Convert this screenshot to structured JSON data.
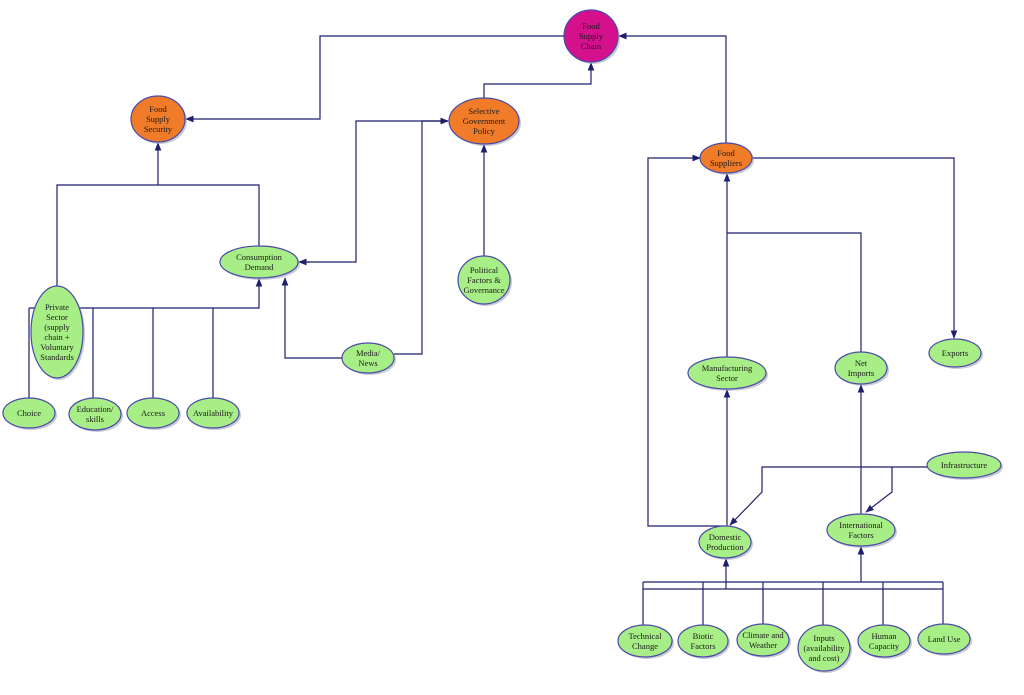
{
  "colors": {
    "root": "#d4108c",
    "hub": "#f07c2a",
    "leaf": "#a8ee86",
    "outline": "#4a4aa8",
    "edge": "#1f1f6e"
  },
  "nodes": [
    {
      "id": "food-supply-chain",
      "kind": "root",
      "lines": [
        "Food",
        "Supply",
        "Chain"
      ]
    },
    {
      "id": "food-supply-security",
      "kind": "hub",
      "lines": [
        "Food",
        "Supply",
        "Security"
      ]
    },
    {
      "id": "selective-government-policy",
      "kind": "hub",
      "lines": [
        "Selective",
        "Government",
        "Policy"
      ]
    },
    {
      "id": "food-suppliers",
      "kind": "hub",
      "lines": [
        "Food",
        "Suppliers"
      ]
    },
    {
      "id": "consumption-demand",
      "kind": "leaf",
      "lines": [
        "Consumption",
        "Demand"
      ]
    },
    {
      "id": "political-factors-governance",
      "kind": "leaf",
      "lines": [
        "Political",
        "Factors &",
        "Governance"
      ]
    },
    {
      "id": "private-sector",
      "kind": "leaf",
      "lines": [
        "Private",
        "Sector",
        "(supply",
        "chain +",
        "Voluntary",
        "Standards"
      ]
    },
    {
      "id": "media-news",
      "kind": "leaf",
      "lines": [
        "Media/",
        "News"
      ]
    },
    {
      "id": "choice",
      "kind": "leaf",
      "lines": [
        "Choice"
      ]
    },
    {
      "id": "education-skills",
      "kind": "leaf",
      "lines": [
        "Education/",
        "skills"
      ]
    },
    {
      "id": "access",
      "kind": "leaf",
      "lines": [
        "Access"
      ]
    },
    {
      "id": "availability",
      "kind": "leaf",
      "lines": [
        "Availability"
      ]
    },
    {
      "id": "manufacturing-sector",
      "kind": "leaf",
      "lines": [
        "Manufacturing",
        "Sector"
      ]
    },
    {
      "id": "net-imports",
      "kind": "leaf",
      "lines": [
        "Net",
        "Imports"
      ]
    },
    {
      "id": "exports",
      "kind": "leaf",
      "lines": [
        "Exports"
      ]
    },
    {
      "id": "infrastructure",
      "kind": "leaf",
      "lines": [
        "Infrastructure"
      ]
    },
    {
      "id": "domestic-production",
      "kind": "leaf",
      "lines": [
        "Domestic",
        "Production"
      ]
    },
    {
      "id": "international-factors",
      "kind": "leaf",
      "lines": [
        "International",
        "Factors"
      ]
    },
    {
      "id": "technical-change",
      "kind": "leaf",
      "lines": [
        "Technical",
        "Change"
      ]
    },
    {
      "id": "biotic-factors",
      "kind": "leaf",
      "lines": [
        "Biotic",
        "Factors"
      ]
    },
    {
      "id": "climate-and-weather",
      "kind": "leaf",
      "lines": [
        "Climate and",
        "Weather"
      ]
    },
    {
      "id": "inputs",
      "kind": "leaf",
      "lines": [
        "Inputs",
        "(availability",
        "and cost)"
      ]
    },
    {
      "id": "human-capacity",
      "kind": "leaf",
      "lines": [
        "Human",
        "Capacity"
      ]
    },
    {
      "id": "land-use",
      "kind": "leaf",
      "lines": [
        "Land Use"
      ]
    }
  ],
  "edges": [
    {
      "from": "food-supply-chain",
      "to": "food-supply-security"
    },
    {
      "from": "selective-government-policy",
      "to": "food-supply-chain"
    },
    {
      "from": "food-suppliers",
      "to": "food-supply-chain"
    },
    {
      "from": "private-sector",
      "to": "food-supply-security"
    },
    {
      "from": "consumption-demand",
      "to": "food-supply-security"
    },
    {
      "from": "selective-government-policy",
      "to": "consumption-demand"
    },
    {
      "from": "media-news",
      "to": "selective-government-policy"
    },
    {
      "from": "media-news",
      "to": "consumption-demand"
    },
    {
      "from": "political-factors-governance",
      "to": "selective-government-policy"
    },
    {
      "from": "choice",
      "to": "consumption-demand"
    },
    {
      "from": "education-skills",
      "to": "consumption-demand"
    },
    {
      "from": "access",
      "to": "consumption-demand"
    },
    {
      "from": "availability",
      "to": "consumption-demand"
    },
    {
      "from": "food-suppliers",
      "to": "exports"
    },
    {
      "from": "manufacturing-sector",
      "to": "food-suppliers"
    },
    {
      "from": "net-imports",
      "to": "food-suppliers"
    },
    {
      "from": "domestic-production",
      "to": "food-suppliers"
    },
    {
      "from": "domestic-production",
      "to": "manufacturing-sector"
    },
    {
      "from": "international-factors",
      "to": "net-imports"
    },
    {
      "from": "infrastructure",
      "to": "domestic-production"
    },
    {
      "from": "infrastructure",
      "to": "international-factors"
    },
    {
      "from": "technical-change",
      "to": "domestic-production"
    },
    {
      "from": "biotic-factors",
      "to": "domestic-production"
    },
    {
      "from": "climate-and-weather",
      "to": "domestic-production"
    },
    {
      "from": "inputs",
      "to": "domestic-production"
    },
    {
      "from": "human-capacity",
      "to": "domestic-production"
    },
    {
      "from": "land-use",
      "to": "domestic-production"
    },
    {
      "from": "technical-change",
      "to": "international-factors"
    },
    {
      "from": "biotic-factors",
      "to": "international-factors"
    },
    {
      "from": "climate-and-weather",
      "to": "international-factors"
    },
    {
      "from": "inputs",
      "to": "international-factors"
    },
    {
      "from": "human-capacity",
      "to": "international-factors"
    },
    {
      "from": "land-use",
      "to": "international-factors"
    }
  ]
}
